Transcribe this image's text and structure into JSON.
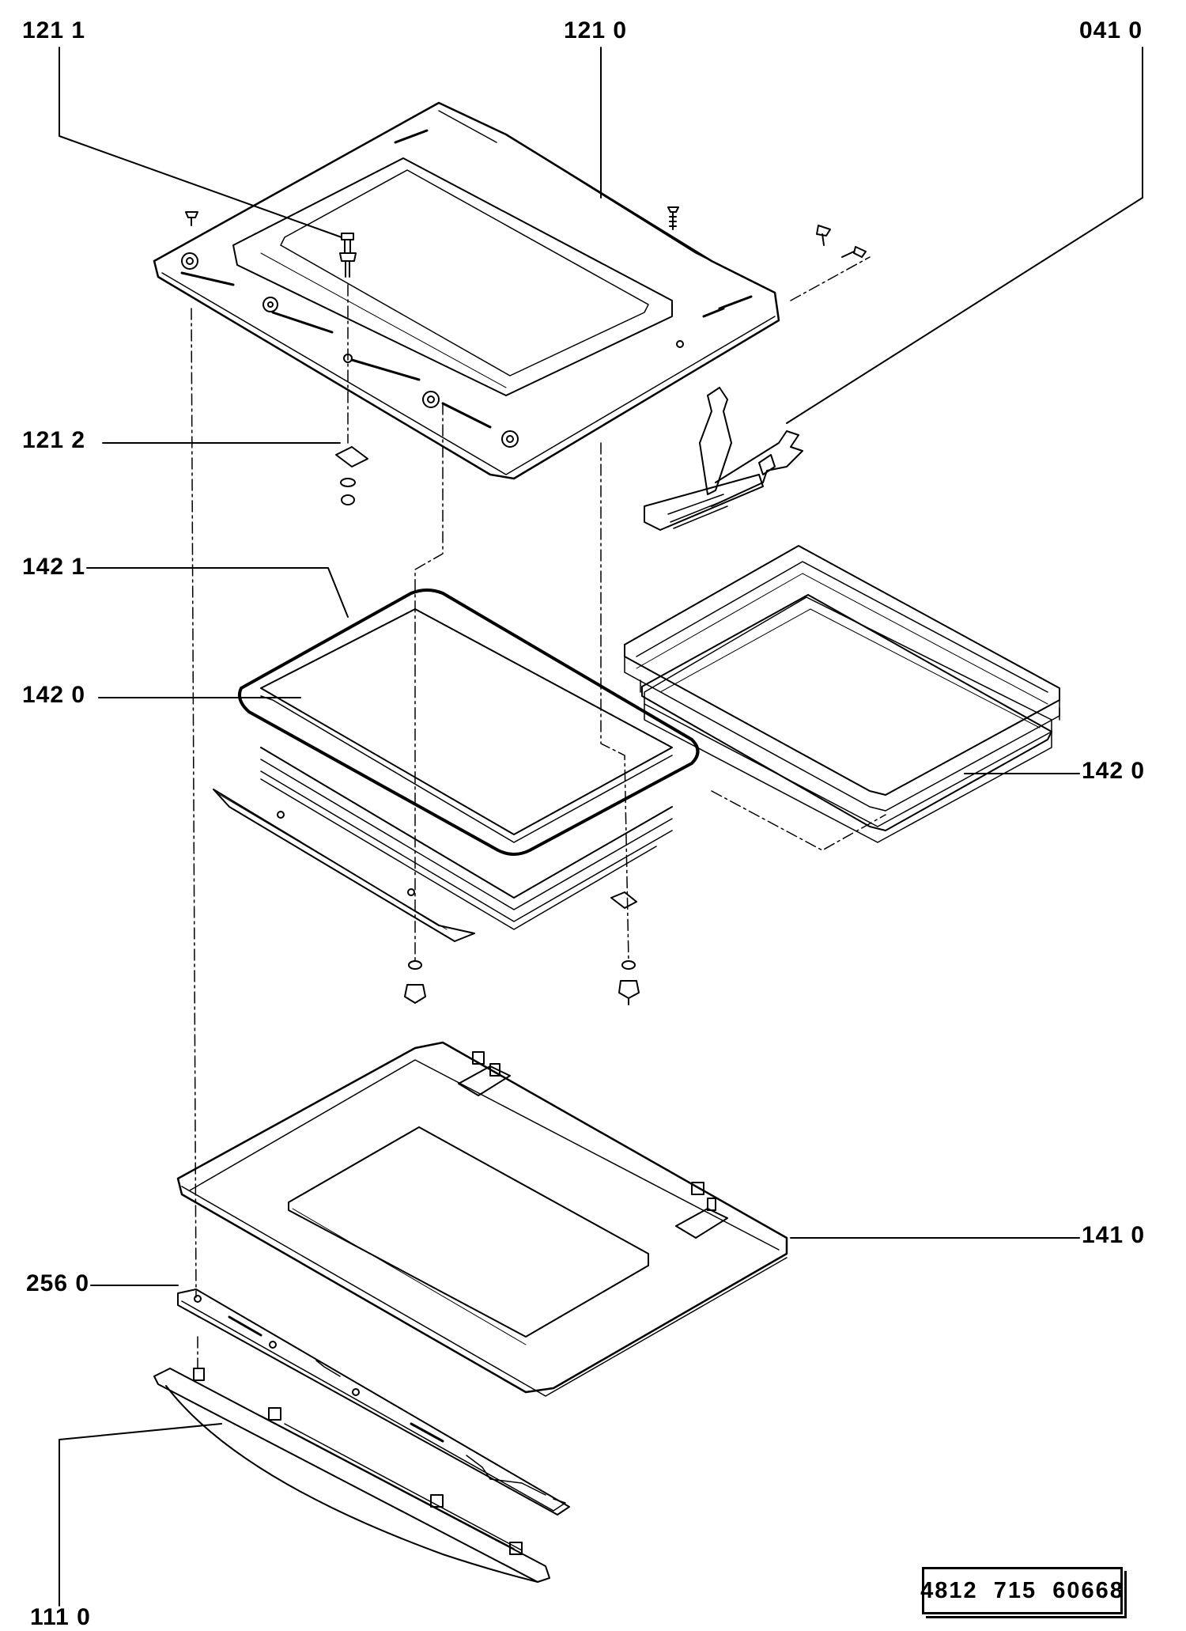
{
  "labels": {
    "l1211": "121 1",
    "l1210": "121 0",
    "l0410": "041 0",
    "l1212": "121 2",
    "l1421": "142 1",
    "l1420a": "142 0",
    "l1420b": "142 0",
    "l1410": "141 0",
    "l2560": "256 0",
    "l1110": "111 0"
  },
  "document_number": "4812  715  60668",
  "colors": {
    "ink": "#000000",
    "background": "#ffffff"
  }
}
